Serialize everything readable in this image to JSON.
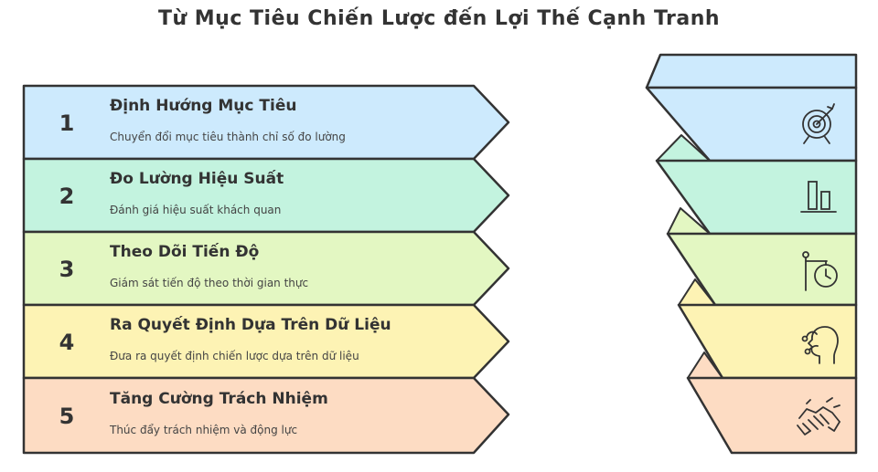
{
  "title": "Từ Mục Tiêu Chiến Lược đến Lợi Thế Cạnh Tranh",
  "colors": {
    "blue": "#cdeafd",
    "teal": "#c3f3df",
    "lime": "#e3f7c2",
    "yellow": "#fdf3b4",
    "peach": "#fddcc3",
    "stroke": "#333333"
  },
  "steps": [
    {
      "number": "1",
      "title": "Định Hướng Mục Tiêu",
      "description": "Chuyển đổi mục tiêu thành chỉ số đo lường",
      "icon": "target-icon",
      "color": "#cdeafd"
    },
    {
      "number": "2",
      "title": "Đo Lường Hiệu Suất",
      "description": "Đánh giá hiệu suất khách quan",
      "icon": "bar-chart-icon",
      "color": "#c3f3df"
    },
    {
      "number": "3",
      "title": "Theo Dõi Tiến Độ",
      "description": "Giám sát tiến độ theo thời gian thực",
      "icon": "timer-icon",
      "color": "#e3f7c2"
    },
    {
      "number": "4",
      "title": "Ra Quyết Định Dựa Trên Dữ Liệu",
      "description": "Đưa ra quyết định chiến lược dựa trên dữ liệu",
      "icon": "decision-head-icon",
      "color": "#fdf3b4"
    },
    {
      "number": "5",
      "title": "Tăng Cường Trách Nhiệm",
      "description": "Thúc đẩy trách nhiệm và động lực",
      "icon": "handshake-icon",
      "color": "#fddcc3"
    }
  ]
}
